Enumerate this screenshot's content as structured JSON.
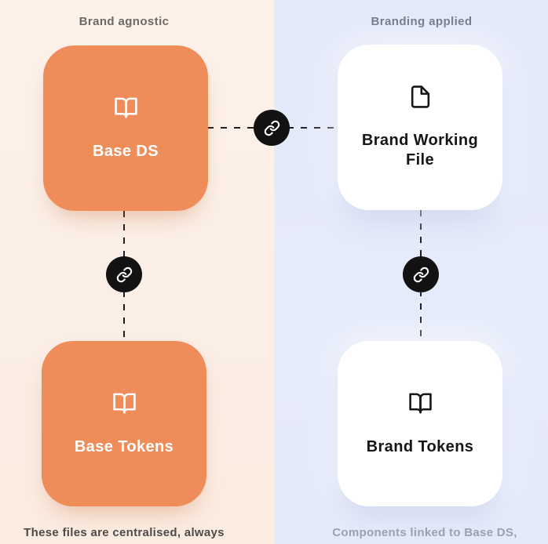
{
  "palette": {
    "left_background": "#fbeee6",
    "right_background": "#e6ebfb",
    "orange_card": "#ee8c5a",
    "white_card": "#ffffff",
    "connector_black": "#1e1e1e",
    "link_badge_black": "#121212",
    "left_header_text": "#6f6862",
    "right_header_text": "#6e7380",
    "left_caption_text": "#4e4a47",
    "right_caption_text": "#9aa2b0",
    "card_title_on_orange": "#ffffff",
    "card_title_on_white": "#161616"
  },
  "columns": {
    "left": {
      "header": "Brand agnostic",
      "cards": [
        {
          "title": "Base DS",
          "icon": "book-open"
        },
        {
          "title": "Base Tokens",
          "icon": "book-open"
        }
      ],
      "caption": "These files are centralised, always"
    },
    "right": {
      "header": "Branding applied",
      "cards": [
        {
          "title": "Brand Working File",
          "icon": "file"
        },
        {
          "title": "Brand Tokens",
          "icon": "book-open"
        }
      ],
      "caption": "Components linked to Base DS,"
    }
  },
  "connectors": [
    {
      "id": "base-ds-to-brand-working-file",
      "orientation": "horizontal",
      "icon": "link"
    },
    {
      "id": "base-ds-to-base-tokens",
      "orientation": "vertical",
      "icon": "link"
    },
    {
      "id": "brand-working-file-to-brand-tokens",
      "orientation": "vertical",
      "icon": "link"
    }
  ]
}
